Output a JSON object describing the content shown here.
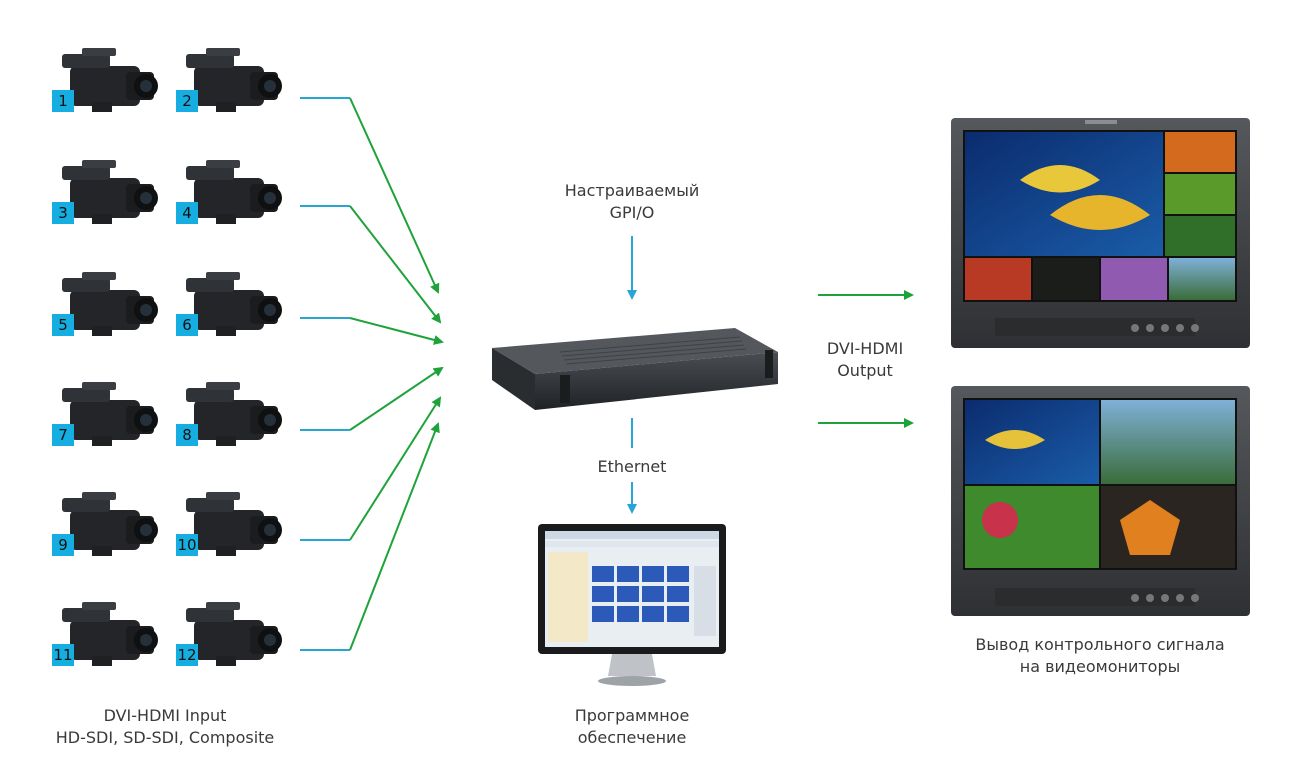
{
  "cameras": {
    "labels": [
      "1",
      "2",
      "3",
      "4",
      "5",
      "6",
      "7",
      "8",
      "9",
      "10",
      "11",
      "12"
    ],
    "badge_color": "#16aee0"
  },
  "input_label": {
    "line1": "DVI-HDMI Input",
    "line2": "HD-SDI, SD-SDI, Composite"
  },
  "gpio_label": {
    "line1": "Настраиваемый",
    "line2": "GPI/O"
  },
  "ethernet_label": "Ethernet",
  "software_label": {
    "line1": "Программное",
    "line2": "обеспечение"
  },
  "output_label": {
    "line1": "DVI-HDMI",
    "line2": "Output"
  },
  "monitors_label": {
    "line1": "Вывод контрольного сигнала",
    "line2": "на видеомониторы"
  },
  "colors": {
    "connector_blue": "#27a6d6",
    "arrow_green": "#1ea33a",
    "device_body": "#2c2f33",
    "monitor_bezel": "#3c3e41"
  }
}
